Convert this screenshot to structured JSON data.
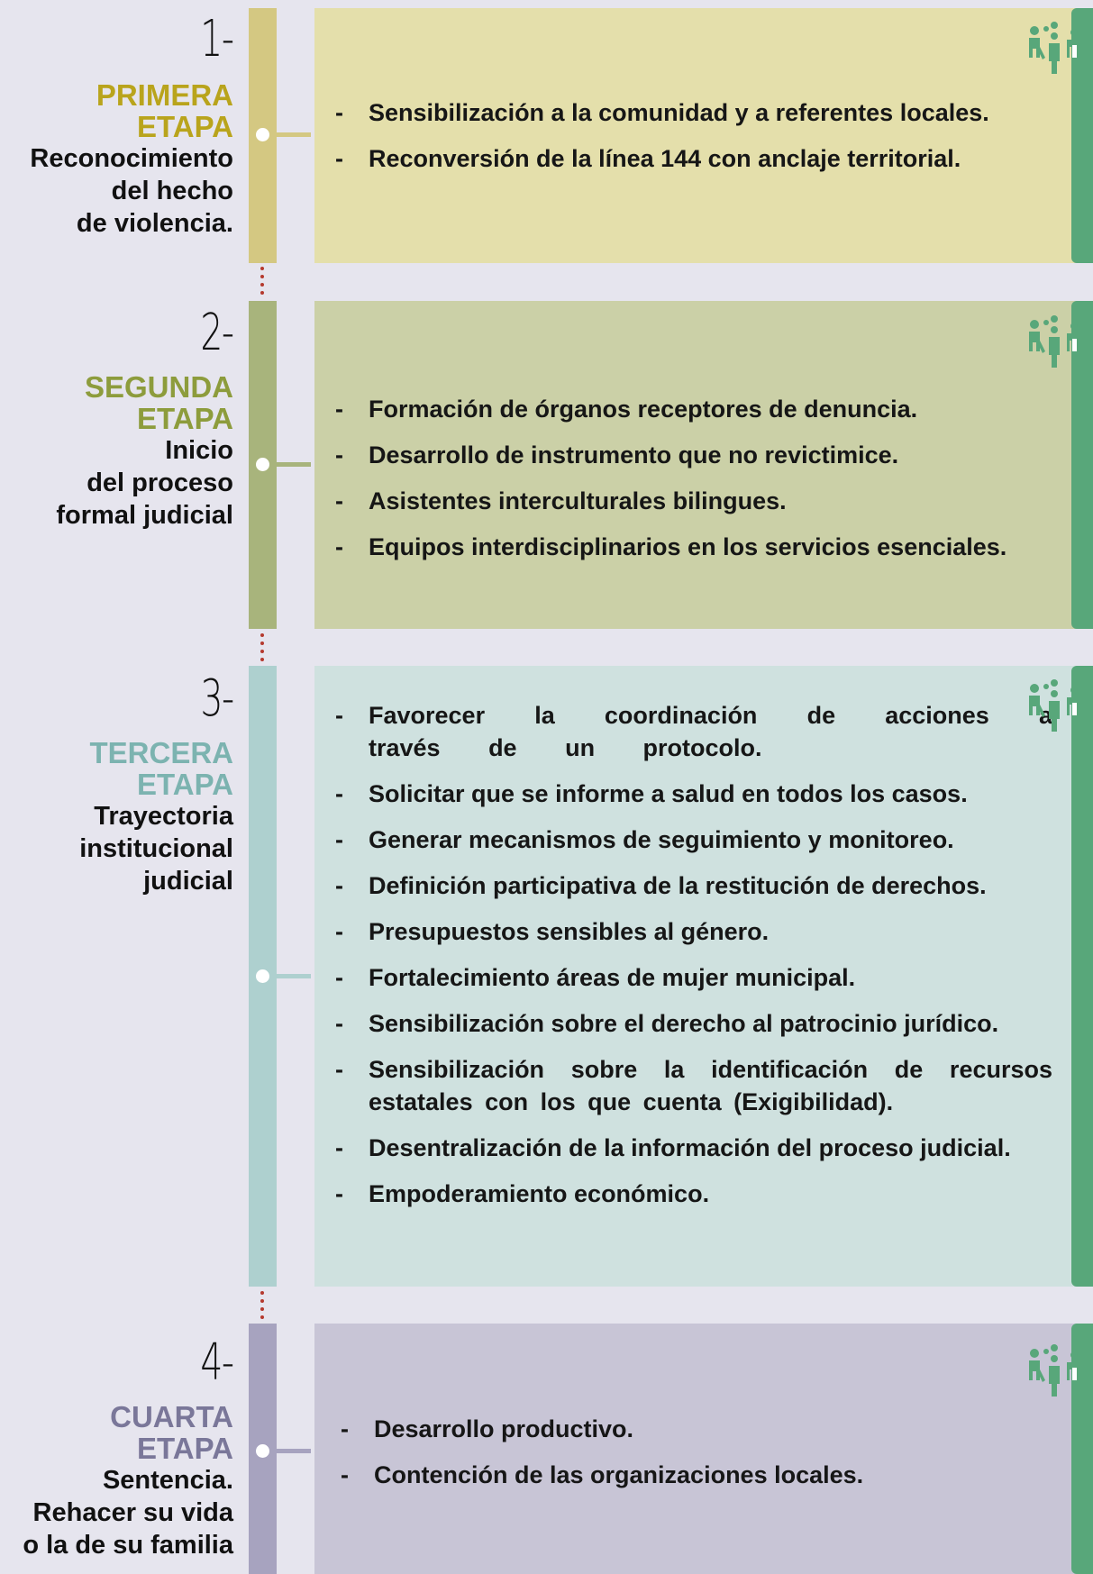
{
  "colors": {
    "background": "#e6e5ee",
    "icon_green": "#58a77a",
    "dots_red": "#b5392e"
  },
  "stages": [
    {
      "number": "1-",
      "name_line1": "PRIMERA",
      "name_line2": "ETAPA",
      "desc_lines": [
        "Reconocimiento",
        "del hecho",
        "de violencia."
      ],
      "name_color": "#b9a41c",
      "bar_color": "#d4c882",
      "panel_color": "#e4dfab",
      "items": [
        "Sensibilización a la comunidad y a referentes locales.",
        "Reconversión de la línea 144 con anclaje territorial."
      ]
    },
    {
      "number": "2-",
      "name_line1": "SEGUNDA",
      "name_line2": "ETAPA",
      "desc_lines": [
        "Inicio",
        "del proceso",
        "formal judicial"
      ],
      "name_color": "#8d9c3c",
      "bar_color": "#a8b47c",
      "panel_color": "#cbd0a7",
      "items": [
        "Formación de órganos receptores de denuncia.",
        "Desarrollo de instrumento que no revictimice.",
        "Asistentes interculturales bilingues.",
        "Equipos interdisciplinarios en los servicios esenciales."
      ]
    },
    {
      "number": "3-",
      "name_line1": "TERCERA",
      "name_line2": "ETAPA",
      "desc_lines": [
        "Trayectoria",
        "institucional",
        "judicial"
      ],
      "name_color": "#7cb3b0",
      "bar_color": "#aed0cf",
      "panel_color": "#cfe1df",
      "items": [
        "Favorecer la coordinación de acciones a través de un protocolo.",
        "Solicitar que se informe a salud en todos los casos.",
        "Generar mecanismos de seguimiento y monitoreo.",
        "Definición participativa de la restitución de derechos.",
        "Presupuestos sensibles al género.",
        "Fortalecimiento áreas de mujer municipal.",
        "Sensibilización sobre el derecho al patrocinio jurídico.",
        "Sensibilización sobre la identificación de recursos estatales con los que cuenta (Exigibilidad).",
        "Desentralización de la información del proceso judicial.",
        "Empoderamiento económico."
      ]
    },
    {
      "number": "4-",
      "name_line1": "CUARTA",
      "name_line2": "ETAPA",
      "desc_lines": [
        "Sentencia.",
        "Rehacer su vida",
        "o la de su familia"
      ],
      "name_color": "#7a7799",
      "bar_color": "#a7a3bf",
      "panel_color": "#c8c5d6",
      "items": [
        "Desarrollo productivo.",
        "Contención de las organizaciones locales."
      ]
    }
  ],
  "icons": [
    "people-group-icon"
  ]
}
